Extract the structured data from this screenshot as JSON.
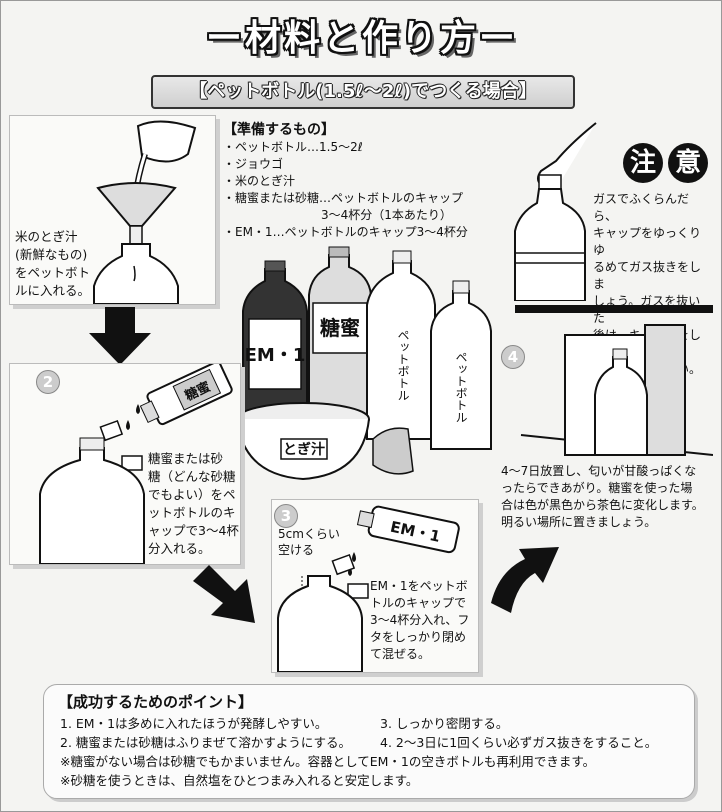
{
  "title": "ー材料と作り方ー",
  "subtitle": "【ペットボトル(1.5ℓ〜2ℓ)でつくる場合】",
  "preparation": {
    "heading": "【準備するもの】",
    "items": [
      "・ペットボトル…1.5〜2ℓ",
      "・ジョウゴ",
      "・米のとぎ汁",
      "・糖蜜または砂糖…ペットボトルのキャップ",
      "3〜4杯分（1本あたり）",
      "・EM・1…ペットボトルのキャップ3〜4杯分"
    ]
  },
  "step1": {
    "lines": [
      "米のとぎ汁",
      "(新鮮なもの)",
      "をペットボト",
      "ルに入れる。"
    ]
  },
  "step2": {
    "number": "2",
    "bottle_label": "糖蜜",
    "lines": [
      "糖蜜または砂",
      "糖（どんな砂糖",
      "でもよい）をペ",
      "ットボトルのキ",
      "ャップで3〜4杯",
      "分入れる。"
    ]
  },
  "step3": {
    "number": "3",
    "space_note": [
      "5cmくらい",
      "空ける"
    ],
    "bottle_label": "EM・1",
    "lines": [
      "EM・1をペットボ",
      "トルのキャップで",
      "3〜4杯分入れ、フ",
      "タをしっかり閉め",
      "て混ぜる。"
    ]
  },
  "step4": {
    "number": "4",
    "lines": [
      "4〜7日放置し、匂いが甘酸っぱくな",
      "ったらできあがり。糖蜜を使った場",
      "合は色が黒色から茶色に変化します。",
      "明るい場所に置きましょう。"
    ]
  },
  "caution": {
    "badge": "注意",
    "lines": [
      "ガスでふくらんだら、",
      "キャップをゆっくりゆ",
      "るめてガス抜きをしま",
      "しょう。ガスを抜いた",
      "後は、キャップをしっ",
      "かり閉めて下さい。"
    ]
  },
  "materials": {
    "em_label": "EM・1",
    "molasses_label": "糖蜜",
    "pet_label_1": "ペットボトル",
    "pet_label_2": "ペットボトル",
    "bowl_label": "とぎ汁"
  },
  "tips": {
    "heading": "【成功するためのポイント】",
    "p1": "1. EM・1は多めに入れたほうが発酵しやすい。",
    "p2": "2. 糖蜜または砂糖はふりまぜて溶かすようにする。",
    "p3": "3. しっかり密閉する。",
    "p4": "4. 2〜3日に1回くらい必ずガス抜きをすること。",
    "n1": "※糖蜜がない場合は砂糖でもかまいません。容器としてEM・1の空きボトルも再利用できます。",
    "n2": "※砂糖を使うときは、自然塩をひとつまみ入れると安定します。"
  }
}
